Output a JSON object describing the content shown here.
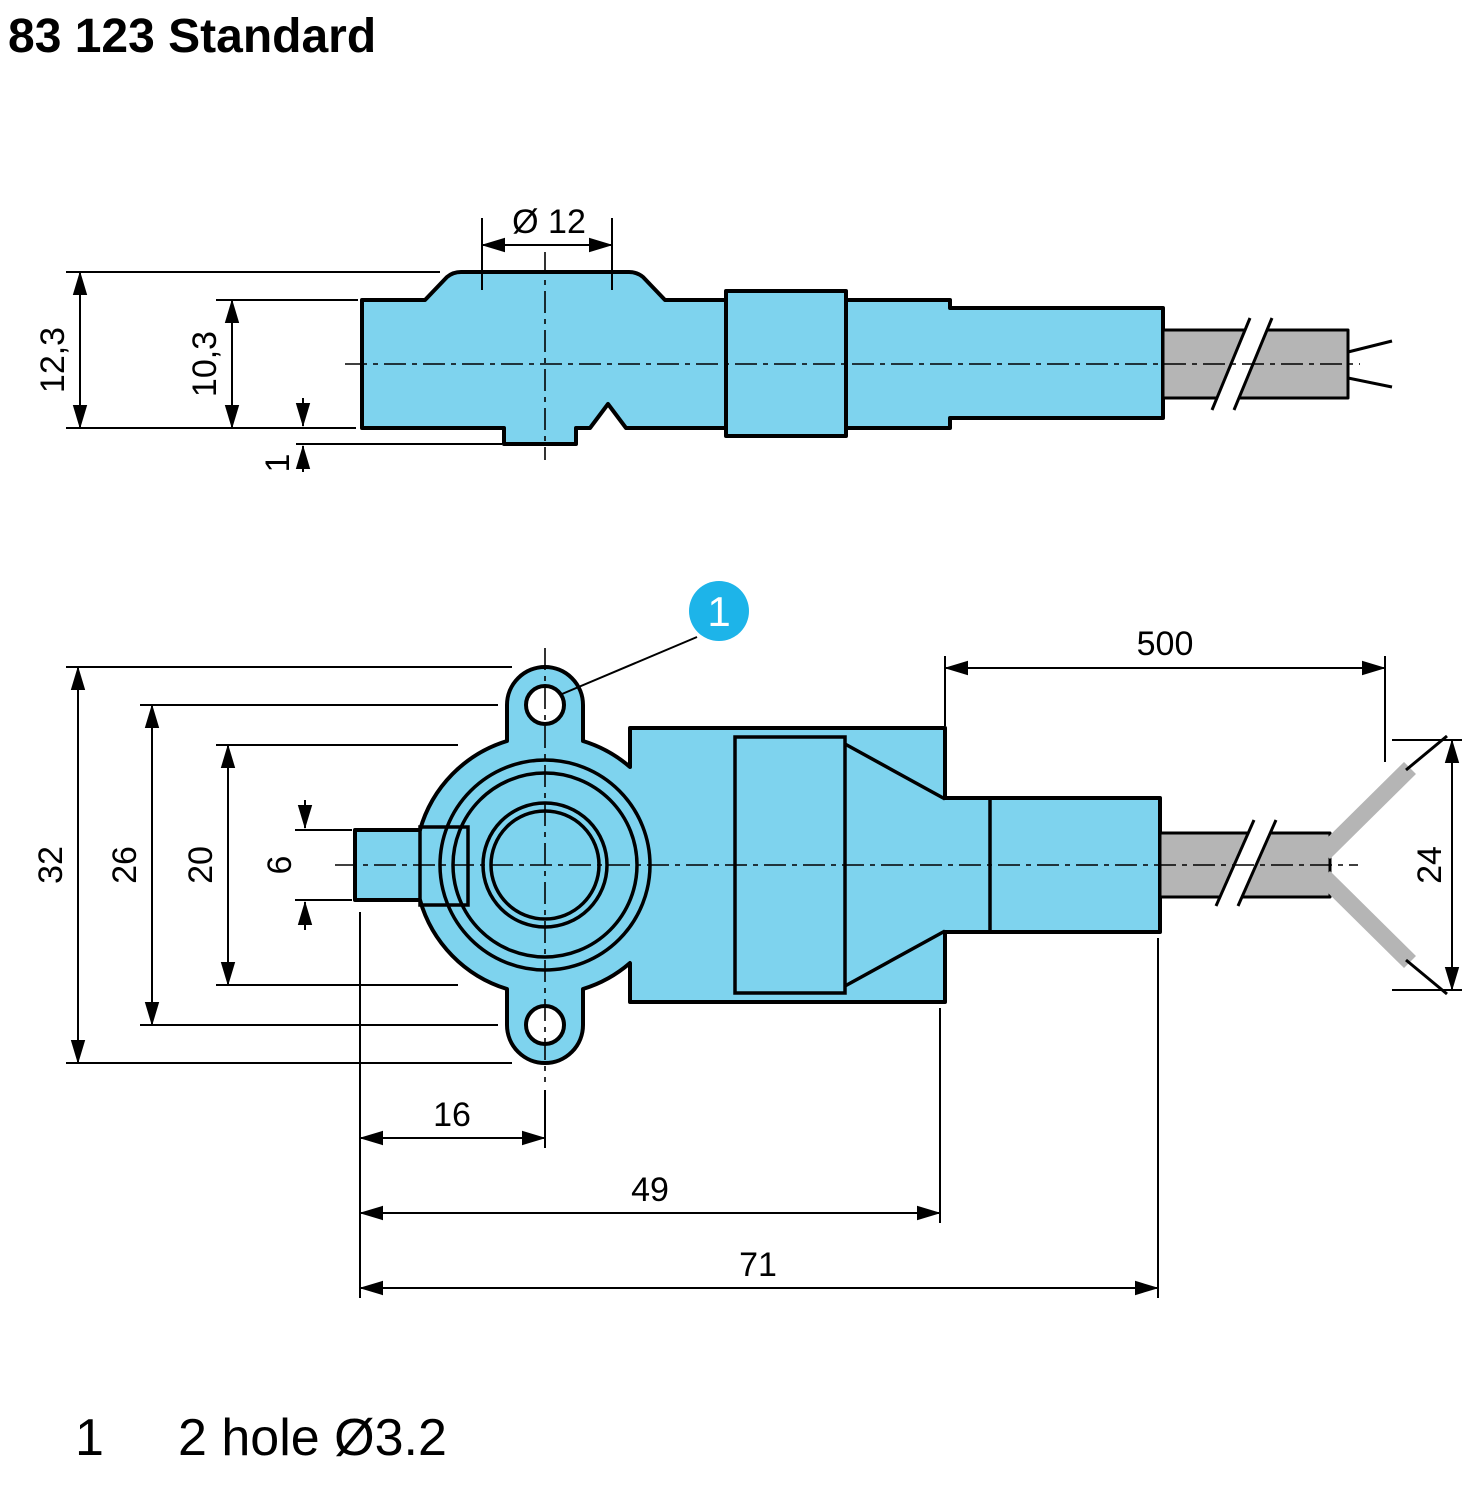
{
  "title": "83 123 Standard",
  "colors": {
    "body": "#7ed3ee",
    "cable": "#b5b5b5",
    "accent": "#1db4e9",
    "line": "#000000",
    "hole": "#ffffff"
  },
  "side_view": {
    "dims": {
      "diameter": "Ø 12",
      "total_height": "12,3",
      "body_height": "10,3",
      "lip": "1"
    }
  },
  "top_view": {
    "callout_label": "1",
    "dims": {
      "cable_length": "500",
      "overall_width": "32",
      "hole_spacing": "26",
      "body_width": "20",
      "plunger_width": "6",
      "wire_spread": "24",
      "len_16": "16",
      "len_49": "49",
      "len_71": "71"
    }
  },
  "legend": {
    "marker": "1",
    "text": "2 hole Ø3.2"
  }
}
